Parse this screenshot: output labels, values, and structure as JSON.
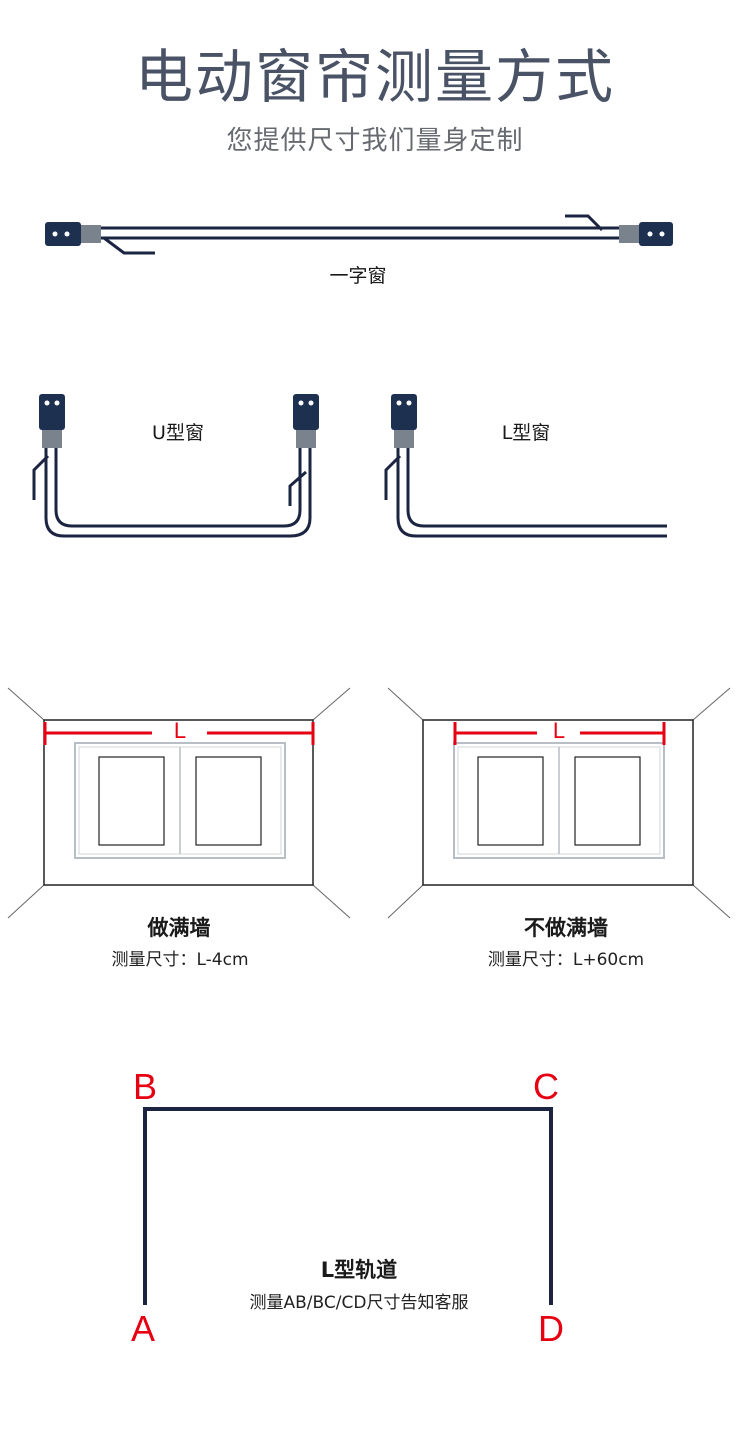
{
  "header": {
    "title": "电动窗帘测量方式",
    "subtitle": "您提供尺寸我们量身定制"
  },
  "track_types": {
    "straight": "一字窗",
    "u_shape": "U型窗",
    "l_shape": "L型窗"
  },
  "wall_diagrams": {
    "left": {
      "dimension": "L",
      "title": "做满墙",
      "measure": "测量尺寸：L-4cm"
    },
    "right": {
      "dimension": "L",
      "title": "不做满墙",
      "measure": "测量尺寸：L+60cm"
    }
  },
  "l_track": {
    "points": {
      "a": "A",
      "b": "B",
      "c": "C",
      "d": "D"
    },
    "title": "L型轨道",
    "note": "测量AB/BC/CD尺寸告知客服"
  },
  "colors": {
    "title": "#4a5366",
    "track_line": "#1b2440",
    "motor": "#1e3050",
    "connector": "#7a828e",
    "accent_red": "#e60012"
  }
}
